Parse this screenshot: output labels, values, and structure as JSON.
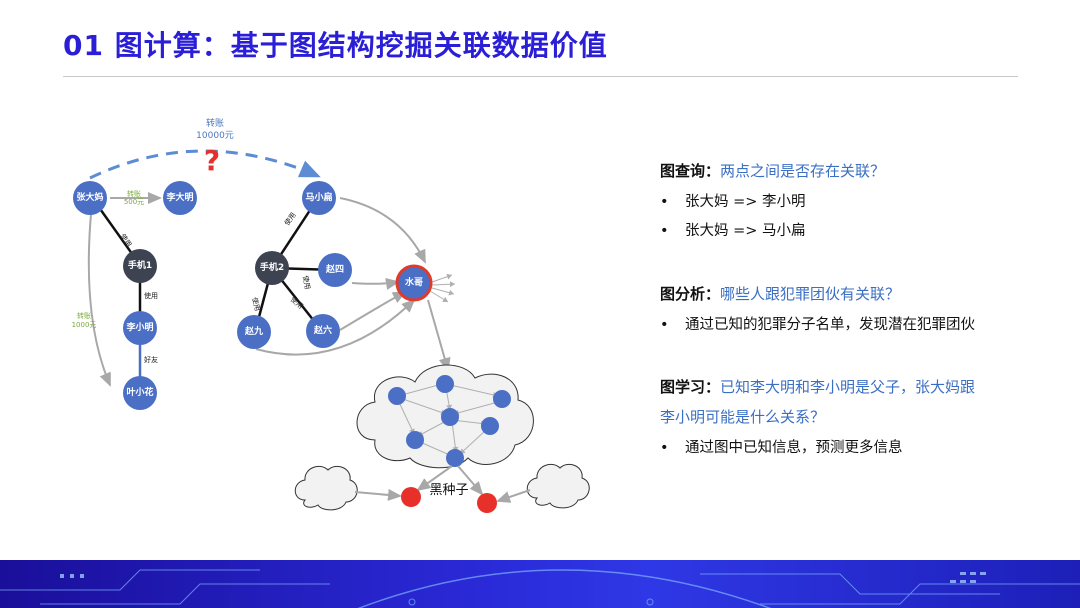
{
  "title": "01 图计算：基于图结构挖掘关联数据价值",
  "diagram": {
    "nodes": [
      {
        "label": "张大妈"
      },
      {
        "label": "李大明"
      },
      {
        "label": "手机1"
      },
      {
        "label": "李小明"
      },
      {
        "label": "叶小花"
      },
      {
        "label": "马小扁"
      },
      {
        "label": "手机2"
      },
      {
        "label": "赵四"
      },
      {
        "label": "水哥"
      },
      {
        "label": "赵九"
      },
      {
        "label": "赵六"
      }
    ],
    "edge_labels": {
      "transfer_top_line1": "转账",
      "transfer_top_line2": "10000元",
      "question_mark": "?",
      "transfer_small_line1": "转账",
      "transfer_small_line2": "500元",
      "transfer_left_line1": "转账",
      "transfer_left_line2": "1000元",
      "use1": "使用",
      "use2": "使用",
      "use3": "使用",
      "use4": "使用",
      "use5": "使用",
      "use6": "使用",
      "friend": "好友"
    },
    "seed_label": "黑种子",
    "colors": {
      "node": "#4a6fc4",
      "phone": "#3d4350",
      "seed": "#e8302a",
      "ring": "#e03a2a",
      "dashed": "#5b8cd4"
    }
  },
  "panel": {
    "query": {
      "heading": "图查询：",
      "question": "两点之间是否存在关联？",
      "bullets": [
        "张大妈 => 李小明",
        "张大妈 => 马小扁"
      ]
    },
    "analysis": {
      "heading": "图分析：",
      "question": "哪些人跟犯罪团伙有关联？",
      "bullets": [
        "通过已知的犯罪分子名单，发现潜在犯罪团伙"
      ]
    },
    "learning": {
      "heading": "图学习：",
      "question_line1": "已知李大明和李小明是父子，张大妈跟",
      "question_line2": "李小明可能是什么关系？",
      "bullets": [
        "通过图中已知信息，预测更多信息"
      ]
    },
    "bullet_symbol": "•"
  }
}
